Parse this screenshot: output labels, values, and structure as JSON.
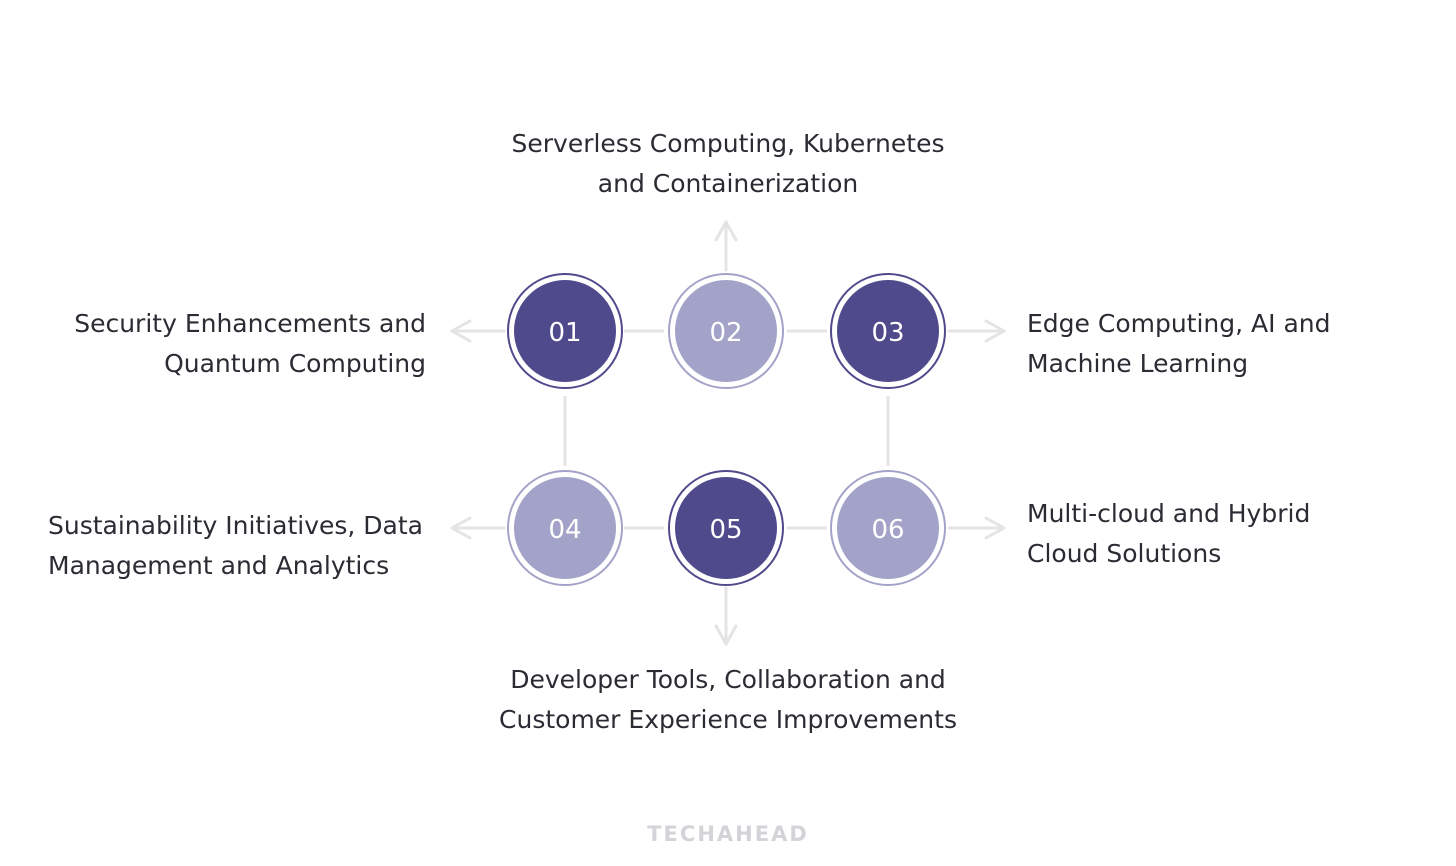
{
  "colors": {
    "dark": "#4f4a8c",
    "light": "#a3a3c9",
    "connector": "#e4e4e4",
    "text": "#2b2b33",
    "brand": "#d4d4d8"
  },
  "nodes": [
    {
      "number": "01",
      "style": "dark"
    },
    {
      "number": "02",
      "style": "light"
    },
    {
      "number": "03",
      "style": "dark"
    },
    {
      "number": "04",
      "style": "light"
    },
    {
      "number": "05",
      "style": "dark"
    },
    {
      "number": "06",
      "style": "light"
    }
  ],
  "labels": {
    "top": {
      "line1": "Serverless Computing, Kubernetes",
      "line2": "and Containerization"
    },
    "left_top": {
      "line1": "Security Enhancements and",
      "line2": "Quantum Computing"
    },
    "right_top": {
      "line1": "Edge Computing, AI and",
      "line2": "Machine Learning"
    },
    "left_bottom": {
      "line1": "Sustainability Initiatives, Data",
      "line2": "Management and Analytics"
    },
    "right_bottom": {
      "line1": "Multi-cloud and Hybrid",
      "line2": "Cloud Solutions"
    },
    "bottom": {
      "line1": "Developer Tools, Collaboration and",
      "line2": "Customer Experience Improvements"
    }
  },
  "brand": "TECHAHEAD"
}
